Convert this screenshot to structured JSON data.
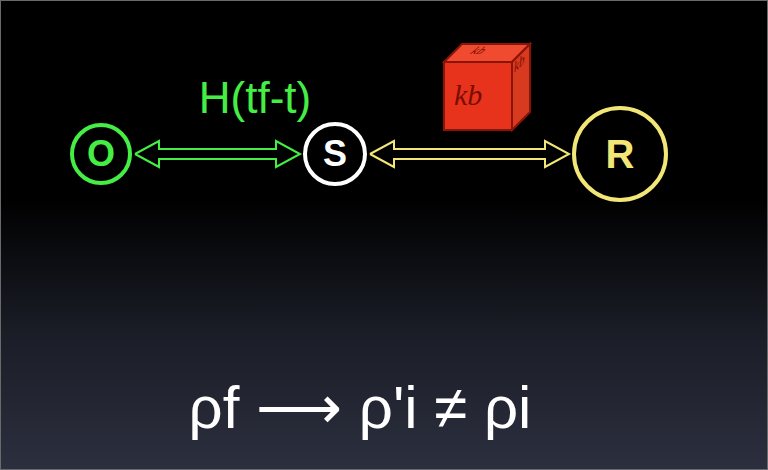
{
  "diagram": {
    "nodes": [
      {
        "text": [
          "O"
        ]
      },
      {
        "text": [
          "S"
        ]
      },
      {
        "text": [
          "R"
        ]
      }
    ],
    "edges": [
      {
        "from": 0,
        "to": 1,
        "arrow": "both",
        "label": "H(tf-t)"
      },
      {
        "from": 1,
        "to": 2,
        "arrow": "both"
      }
    ],
    "labels": [
      "kb",
      "kb",
      "kb",
      "ρf ⟶ ρ'i ≠ ρi"
    ]
  }
}
